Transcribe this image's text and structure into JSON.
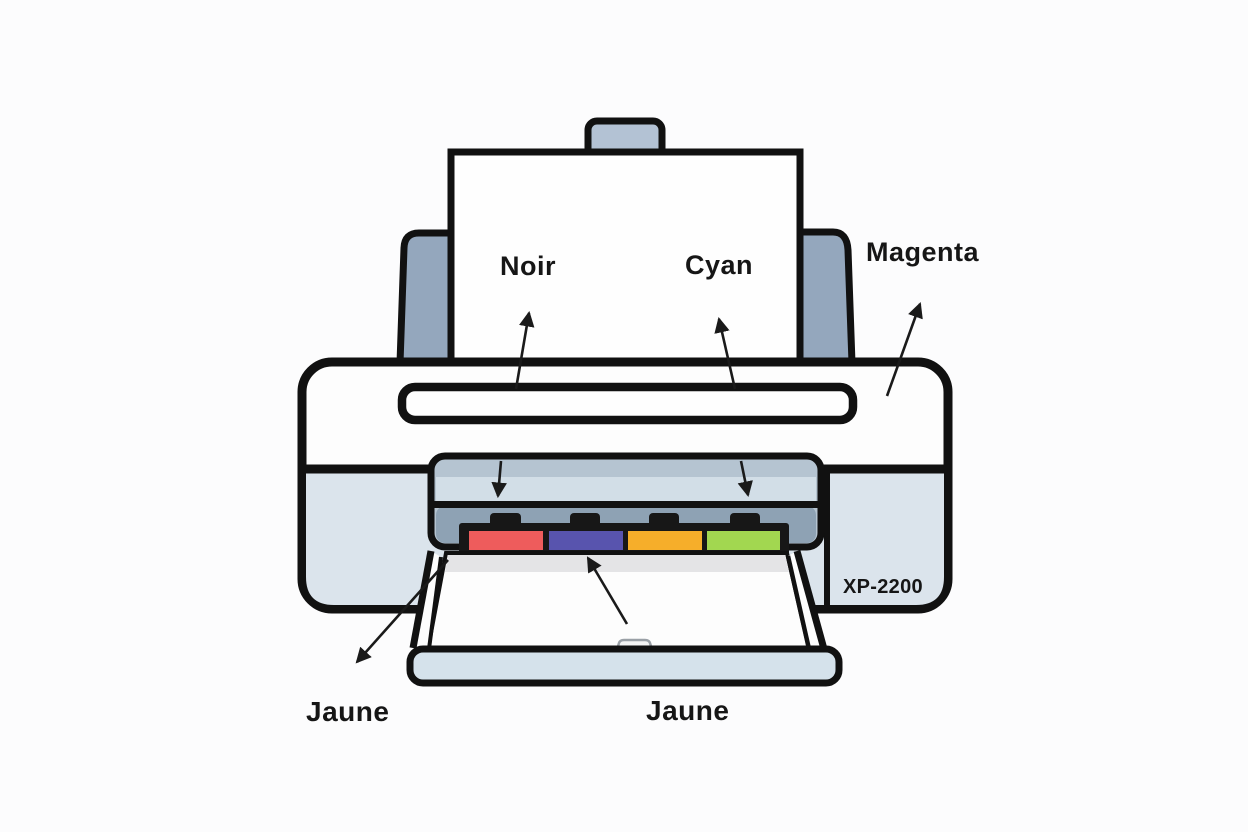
{
  "diagram_title": "printer-ink-cartridge-diagram",
  "printer": {
    "model": "XP-2200",
    "body_lower_color": "#dbe4ec",
    "carriage_upper_color": "#b5c4d1",
    "carriage_band_color": "#d2dee7",
    "carriage_lower_color": "#8ea2b4",
    "support_flap_color": "#94a7bd",
    "tab_color": "#b3c2d4",
    "tray_lip_color": "#d5e2eb",
    "outline_color": "#111111"
  },
  "labels": {
    "noir": "Noir",
    "cyan": "Cyan",
    "magenta": "Magenta",
    "jaune_left": "Jaune",
    "jaune_center": "Jaune"
  },
  "cartridges": [
    {
      "name": "cartridge-red",
      "color": "#ee5c5c"
    },
    {
      "name": "cartridge-violet",
      "color": "#5854ae"
    },
    {
      "name": "cartridge-orange",
      "color": "#f6ae2a"
    },
    {
      "name": "cartridge-green",
      "color": "#a2d750"
    }
  ]
}
